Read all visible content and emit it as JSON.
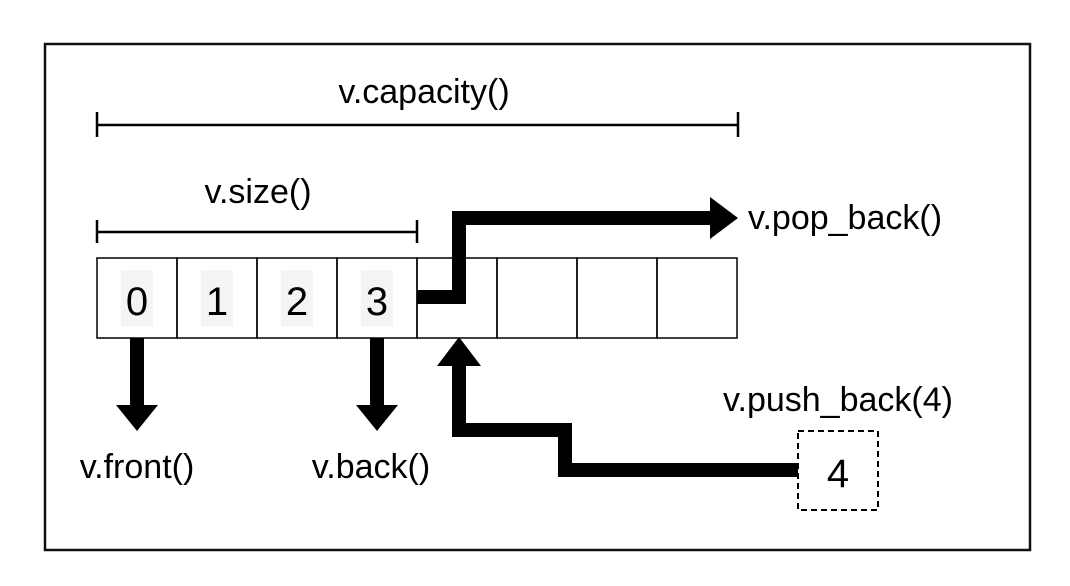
{
  "colors": {
    "stroke": "#000000",
    "background": "#ffffff",
    "cell_highlight": "#f4f4f6"
  },
  "labels": {
    "capacity": "v.capacity()",
    "size": "v.size()",
    "pop_back": "v.pop_back()",
    "push_back": "v.push_back(4)",
    "front": "v.front()",
    "back": "v.back()"
  },
  "cells": [
    "0",
    "1",
    "2",
    "3",
    "",
    "",
    "",
    ""
  ],
  "pushed_value": "4"
}
